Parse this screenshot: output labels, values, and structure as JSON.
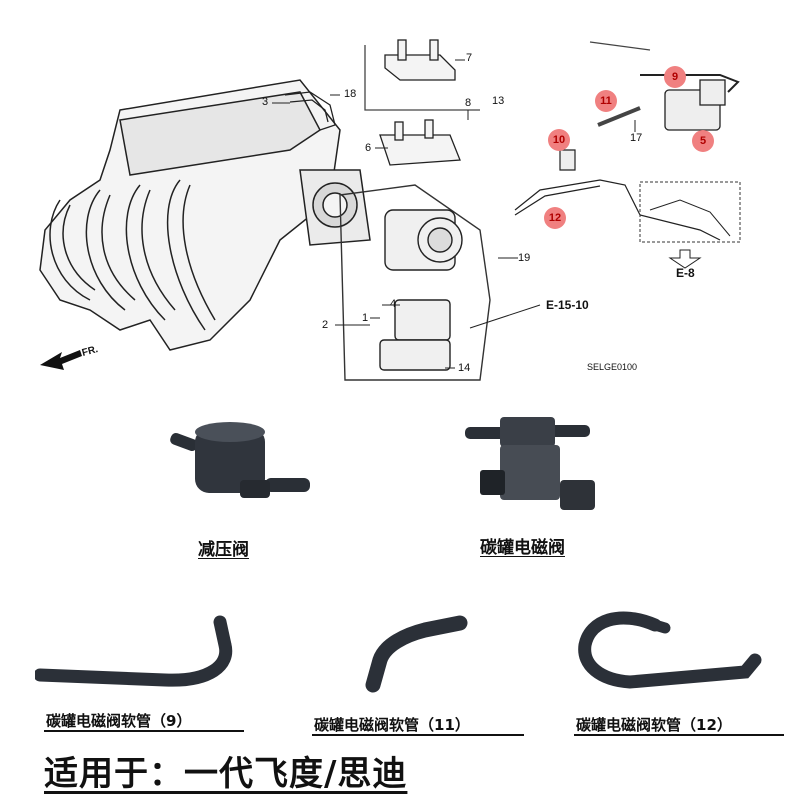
{
  "diagram": {
    "part_numbers": {
      "n1": "1",
      "n2": "2",
      "n3": "3",
      "n4": "4",
      "n6": "6",
      "n7": "7",
      "n8": "8",
      "n13": "13",
      "n14": "14",
      "n17": "17",
      "n18": "18",
      "n19": "19"
    },
    "highlighted": {
      "h5": "5",
      "h9": "9",
      "h10": "10",
      "h11": "11",
      "h12": "12"
    },
    "refs": {
      "e15": "E-15-10",
      "e8": "E-8"
    },
    "front_label": "FR.",
    "code": "SELGE0100"
  },
  "products": {
    "pressure_valve": "减压阀",
    "solenoid_valve": "碳罐电磁阀",
    "hose_9": "碳罐电磁阀软管（9）",
    "hose_11": "碳罐电磁阀软管（11）",
    "hose_12": "碳罐电磁阀软管（12）"
  },
  "footer": {
    "fitment": "适用于：一代飞度/思迪"
  },
  "colors": {
    "highlight": "#f08080",
    "line": "#111111",
    "hose": "#2b3038"
  }
}
